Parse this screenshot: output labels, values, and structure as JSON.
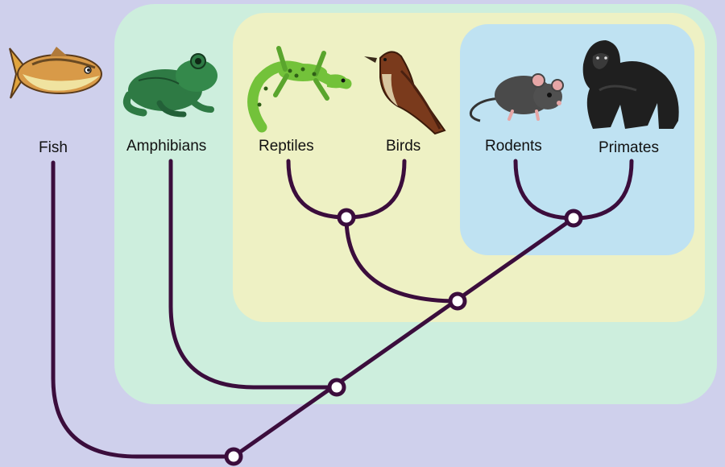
{
  "diagram": {
    "taxa": [
      {
        "id": "fish",
        "label": "Fish",
        "icon": "fish-icon"
      },
      {
        "id": "amphibians",
        "label": "Amphibians",
        "icon": "frog-icon"
      },
      {
        "id": "reptiles",
        "label": "Reptiles",
        "icon": "lizard-icon"
      },
      {
        "id": "birds",
        "label": "Birds",
        "icon": "bird-icon"
      },
      {
        "id": "rodents",
        "label": "Rodents",
        "icon": "rat-icon"
      },
      {
        "id": "primates",
        "label": "Primates",
        "icon": "gorilla-icon"
      }
    ],
    "colors": {
      "background": "#cfd0ec",
      "clade_tetrapods": "#cdeedd",
      "clade_amniotes": "#eef1c4",
      "clade_mammals": "#bfe2f2",
      "branch": "#3b0d3c",
      "node_fill": "#ffffff"
    }
  }
}
